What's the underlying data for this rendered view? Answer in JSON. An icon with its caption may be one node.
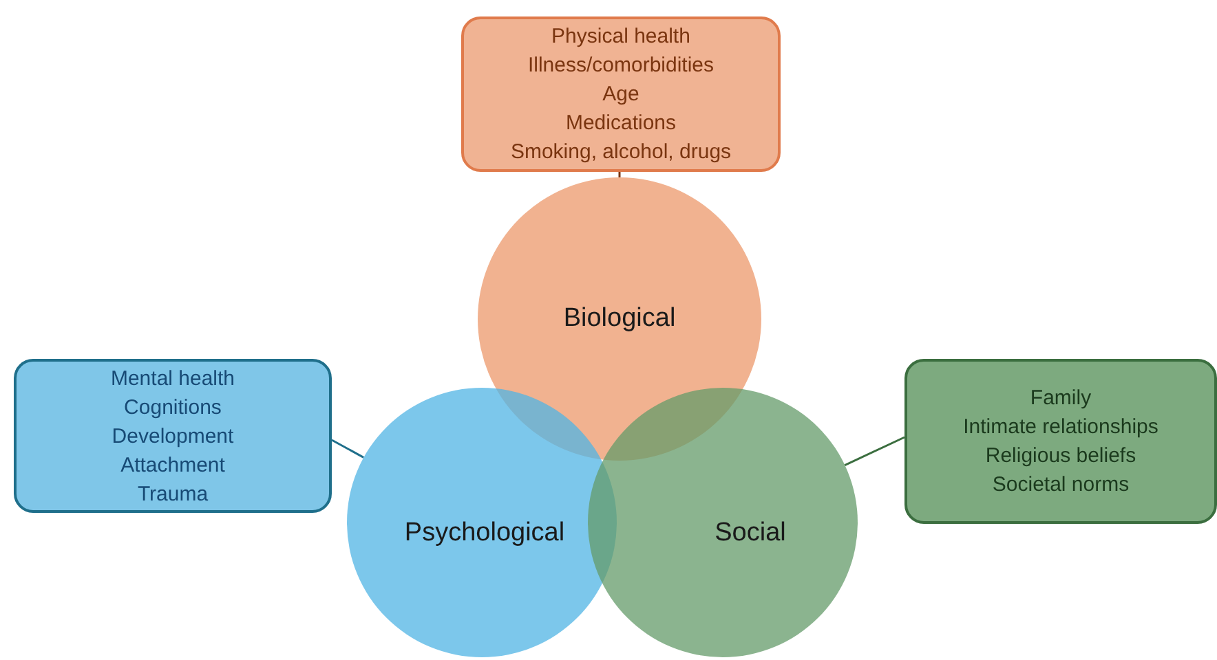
{
  "diagram": {
    "nodes": [
      {
        "text": [
          "Physical health",
          "Illness/comorbidities",
          "Age",
          "Medications",
          "Smoking, alcohol, drugs"
        ]
      },
      {
        "text": [
          "Biological"
        ]
      },
      {
        "text": [
          "Mental health",
          "Cognitions",
          "Development",
          "Attachment",
          "Trauma"
        ]
      },
      {
        "text": [
          "Psychological"
        ]
      },
      {
        "text": [
          "Family",
          "Intimate relationships",
          "Religious beliefs",
          "Societal norms"
        ]
      },
      {
        "text": [
          "Social"
        ]
      }
    ],
    "edges": [
      {
        "from": 0,
        "to": 1,
        "arrow": "none",
        "color": "#7a3510"
      },
      {
        "from": 2,
        "to": 3,
        "arrow": "none",
        "color": "#1f6f8b"
      },
      {
        "from": 4,
        "to": 5,
        "arrow": "none",
        "color": "#3b6e3f"
      }
    ]
  }
}
